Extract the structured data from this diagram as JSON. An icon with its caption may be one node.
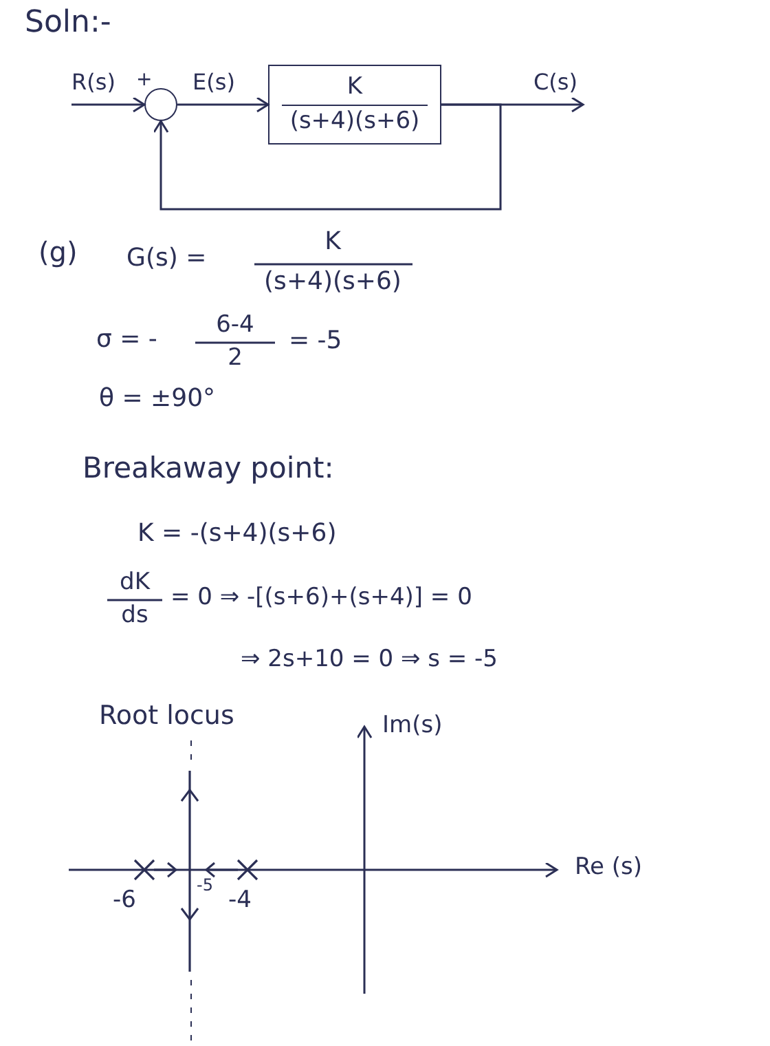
{
  "diagram": {
    "nodes": [
      {
        "text": [],
        "shape": "circle"
      },
      {
        "text": [
          "K",
          "(s+4)(s+6)"
        ]
      }
    ],
    "edges": [
      {
        "from": null,
        "to": 0,
        "arrow": "to",
        "label": "R(s)"
      },
      {
        "from": 0,
        "to": 1,
        "arrow": "to",
        "label": "E(s)"
      },
      {
        "from": 1,
        "to": null,
        "arrow": "to",
        "label": "C(s)"
      },
      {
        "from": 1,
        "to": 0,
        "arrow": "to"
      }
    ],
    "labels": [
      "Soln:-",
      "+",
      "(g)",
      "G(s) =",
      "K",
      "(s+4)(s+6)",
      "σ = -",
      "6-4",
      "2",
      "= -5",
      "θ = ±90°",
      "Breakaway point:",
      "K = -(s+4)(s+6)",
      "dK",
      "ds",
      "= 0 ⇒ -[(s+6)+(s+4)] = 0",
      "⇒ 2s+10 = 0 ⇒ s = -5",
      "Root locus",
      "Im(s)",
      "Re (s)",
      "-6",
      "-5",
      "-4"
    ]
  }
}
